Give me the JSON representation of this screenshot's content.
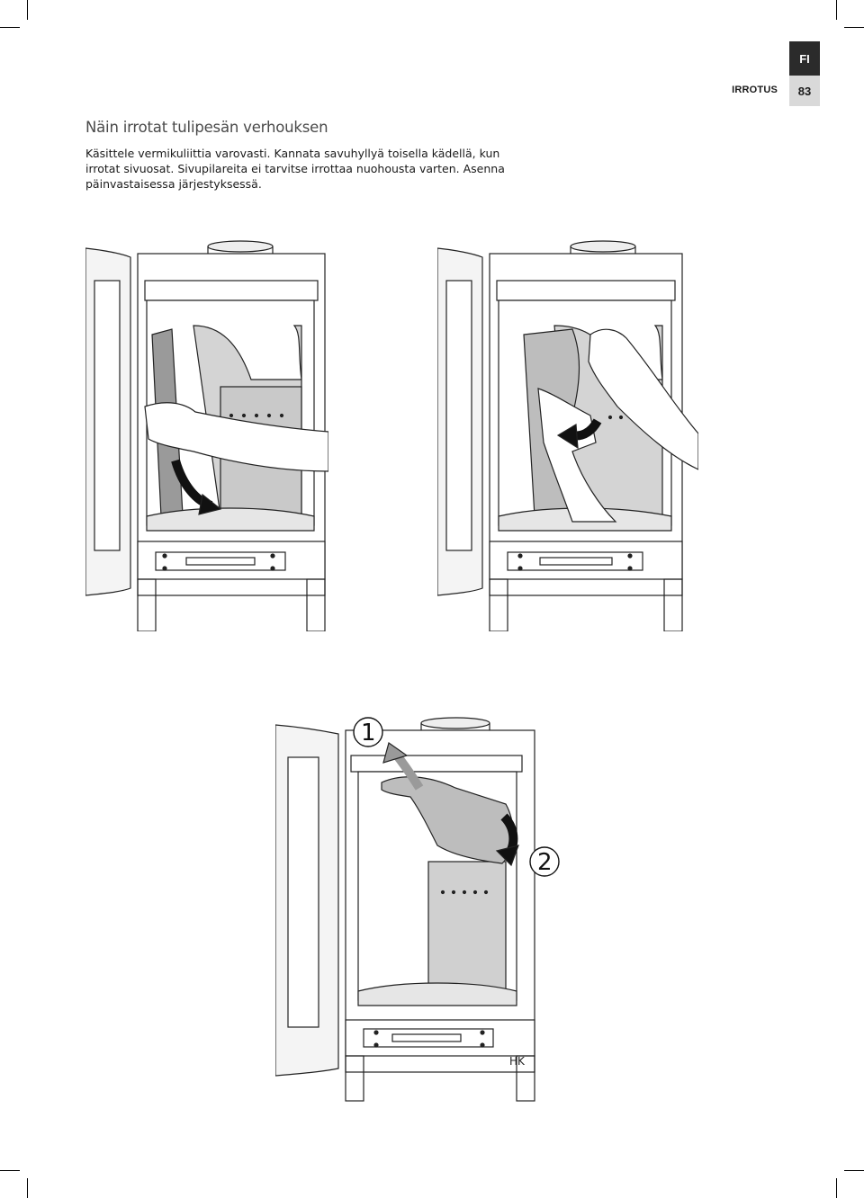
{
  "header": {
    "language_tab": "FI",
    "section_label": "IRROTUS",
    "page_number": "83"
  },
  "main": {
    "title": "Näin irrotat tulipesän verhouksen",
    "body_lines": [
      "Käsittele vermikuliittia varovasti. Kannata savuhyllyä toisella kädellä, kun",
      "irrotat sivuosat.  Sivupilareita ei tarvitse irrottaa nuohousta varten. Asenna",
      "päinvastaisessa järjestyksessä."
    ]
  },
  "figures": {
    "step_one": "1",
    "step_two": "2",
    "signature": "HK"
  }
}
